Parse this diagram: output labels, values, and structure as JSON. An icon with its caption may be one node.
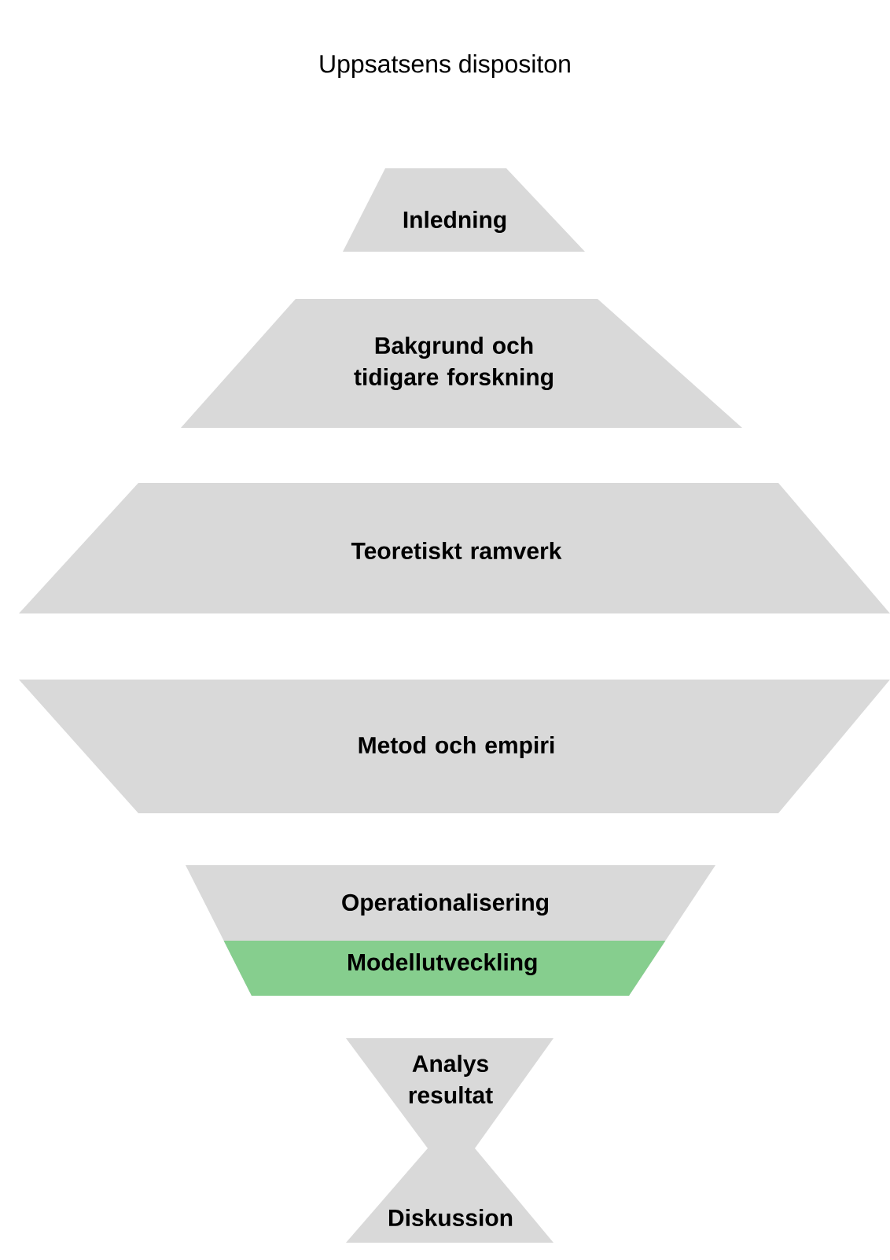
{
  "diagram": {
    "title": "Uppsatsens dispositon",
    "nodes": [
      {
        "text": [
          "Inledning"
        ]
      },
      {
        "text": [
          "Bakgrund och tidigare forskning"
        ]
      },
      {
        "text": [
          "Teoretiskt ramverk"
        ]
      },
      {
        "text": [
          "Metod och empiri"
        ]
      },
      {
        "text": [
          "Operationalisering"
        ]
      },
      {
        "text": [
          "Modellutveckling"
        ],
        "in": 4
      },
      {
        "text": [
          "Analys resultat"
        ]
      },
      {
        "text": [
          "Diskussion"
        ]
      }
    ]
  }
}
